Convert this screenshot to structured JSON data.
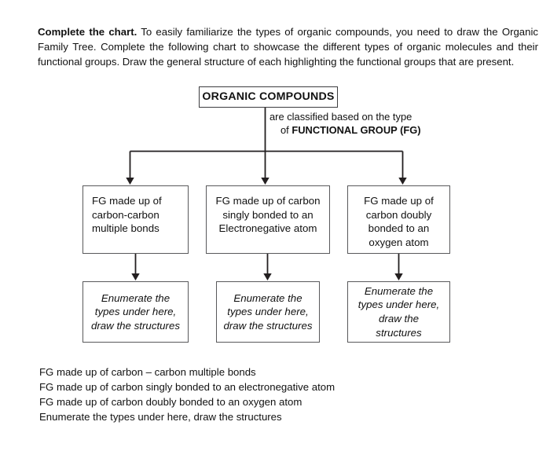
{
  "intro": {
    "lead": "Complete the chart.",
    "body": " To easily familiarize the types of organic compounds, you need to draw the Organic Family Tree. Complete the following chart to showcase the different types of organic molecules and their functional groups. Draw the general structure of each highlighting the functional groups that are present."
  },
  "chart": {
    "root": {
      "label": "ORGANIC COMPOUNDS"
    },
    "caption": {
      "line1": "are classified based on the type",
      "line2_prefix": "of ",
      "line2_strong": "FUNCTIONAL GROUP (FG)"
    },
    "tier2": [
      {
        "label": "FG made up of carbon-carbon multiple bonds"
      },
      {
        "label": "FG made up of carbon singly bonded to an Electronegative atom"
      },
      {
        "label": "FG made up of carbon doubly bonded to an oxygen atom"
      }
    ],
    "tier3": [
      {
        "label": "Enumerate the types under here, draw the structures"
      },
      {
        "label": "Enumerate the types under here, draw the structures"
      },
      {
        "label": "Enumerate the types under here, draw the structures"
      }
    ],
    "colors": {
      "box_border": "#59595b",
      "root_border": "#3d3d3f",
      "connector": "#231f20",
      "text": "#111111",
      "background": "#ffffff"
    }
  },
  "footer": {
    "lines": [
      "FG made up of carbon – carbon multiple bonds",
      "FG made up of carbon singly bonded to an electronegative atom",
      "FG made up of carbon doubly bonded to an oxygen atom",
      "Enumerate the types under here, draw the structures"
    ]
  }
}
